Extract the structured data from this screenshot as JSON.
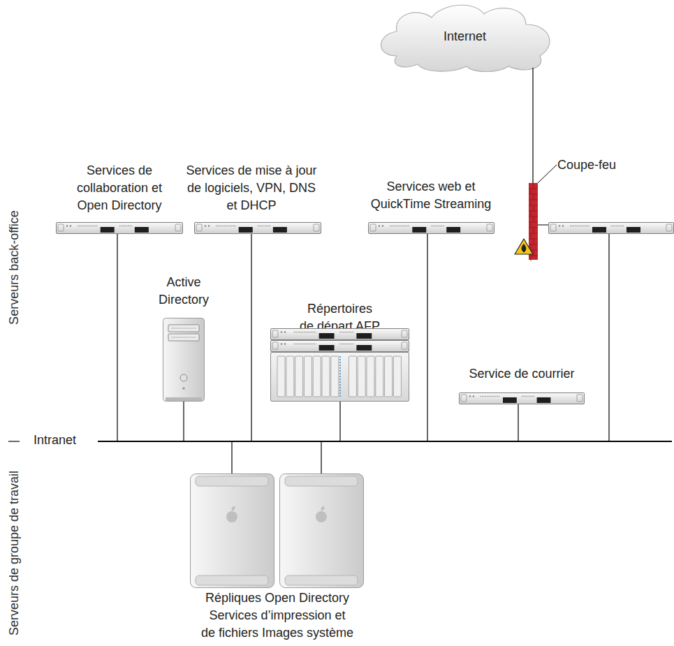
{
  "diagram": {
    "nodes": [
      {
        "text": [
          "Internet"
        ]
      },
      {
        "text": [
          "Services de collaboration et Open Directory"
        ]
      },
      {
        "text": [
          "Services de mise à jour de logiciels, VPN, DNS et DHCP"
        ]
      },
      {
        "text": [
          "Services web et QuickTime Streaming"
        ]
      },
      {
        "text": [
          "Coupe-feu"
        ]
      },
      {
        "text": [
          "Active Directory"
        ]
      },
      {
        "text": [
          "Répertoires de départ AFP"
        ]
      },
      {
        "text": [
          "Service de courrier"
        ]
      },
      {
        "text": [
          "Intranet"
        ]
      },
      {
        "text": [
          "Répliques Open Directory Services d’impression et de fichiers Images système"
        ]
      }
    ],
    "edges": [
      {
        "from": 0,
        "to": 4,
        "arrow": "none"
      },
      {
        "from": 1,
        "to": 8,
        "arrow": "none"
      },
      {
        "from": 2,
        "to": 8,
        "arrow": "none"
      },
      {
        "from": 5,
        "to": 8,
        "arrow": "none"
      },
      {
        "from": 6,
        "to": 8,
        "arrow": "none"
      },
      {
        "from": 3,
        "to": 8,
        "arrow": "none"
      },
      {
        "from": 7,
        "to": 8,
        "arrow": "none"
      },
      {
        "from": 8,
        "to": 9,
        "arrow": "none"
      },
      {
        "from": 8,
        "to": 9,
        "arrow": "none"
      }
    ],
    "labels": [
      "Serveurs back-office",
      "Serveurs de groupe de travail"
    ]
  }
}
